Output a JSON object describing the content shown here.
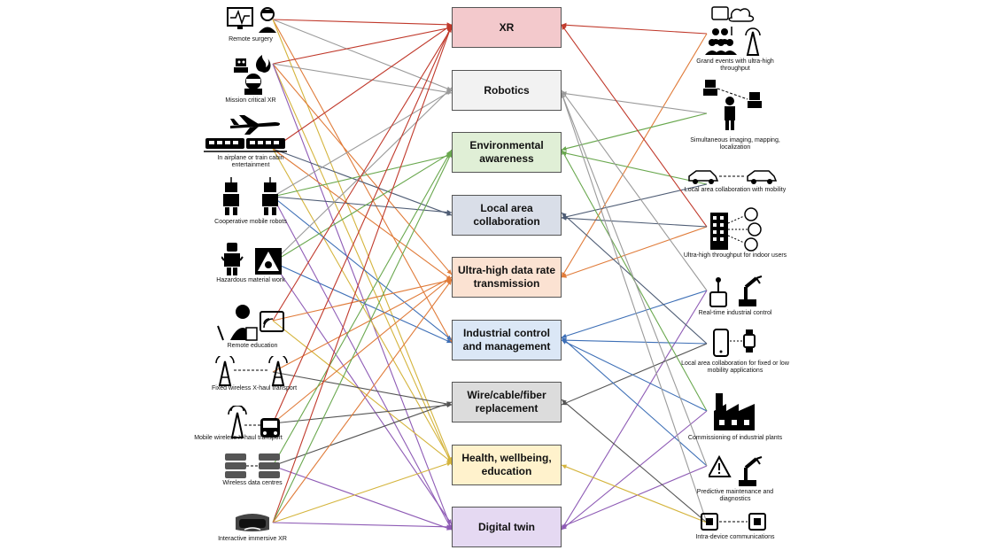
{
  "categories": [
    {
      "label": "XR",
      "color": "#f3c9cc"
    },
    {
      "label": "Robotics",
      "color": "#f2f2f2"
    },
    {
      "label": "Environmental awareness",
      "color": "#e0efd6"
    },
    {
      "label": "Local area collaboration",
      "color": "#d9dee8"
    },
    {
      "label": "Ultra-high data rate transmission",
      "color": "#fbe2d2"
    },
    {
      "label": "Industrial control and management",
      "color": "#dbe7f6"
    },
    {
      "label": "Wire/cable/fiber replacement",
      "color": "#dcdcdc"
    },
    {
      "label": "Health, wellbeing, education",
      "color": "#fff2cc"
    },
    {
      "label": "Digital twin",
      "color": "#e5d9f2"
    }
  ],
  "left_items": [
    {
      "label": "Remote surgery",
      "icon": "remote-surgery-icon"
    },
    {
      "label": "Mission critical XR",
      "icon": "mission-critical-xr-icon"
    },
    {
      "label": "In airplane or train cabin entertainment",
      "icon": "airplane-train-icon"
    },
    {
      "label": "Cooperative mobile robots",
      "icon": "mobile-robots-icon"
    },
    {
      "label": "Hazardous material work",
      "icon": "hazardous-material-icon"
    },
    {
      "label": "Remote education",
      "icon": "remote-education-icon"
    },
    {
      "label": "Fixed wireless X-haul transport",
      "icon": "fixed-wireless-icon"
    },
    {
      "label": "Mobile wireless X-haul transport",
      "icon": "mobile-wireless-icon"
    },
    {
      "label": "Wireless data centres",
      "icon": "data-centre-icon"
    },
    {
      "label": "Interactive immersive XR",
      "icon": "vr-headset-icon"
    }
  ],
  "right_items": [
    {
      "label": "Grand events with ultra-high throughput",
      "icon": "grand-events-icon"
    },
    {
      "label": "Simultaneous imaging, mapping, localization",
      "icon": "imaging-mapping-icon"
    },
    {
      "label": "Local area collaboration with mobility",
      "icon": "cars-collaboration-icon"
    },
    {
      "label": "Ultra-high throughput for indoor users",
      "icon": "indoor-users-icon"
    },
    {
      "label": "Real-time industrial control",
      "icon": "industrial-control-icon"
    },
    {
      "label": "Local area collaboration for fixed or low mobility applications",
      "icon": "phone-watch-icon"
    },
    {
      "label": "Commissioning of industrial plants",
      "icon": "factory-icon"
    },
    {
      "label": "Predictive maintenance and diagnostics",
      "icon": "maintenance-icon"
    },
    {
      "label": "Intra-device communications",
      "icon": "intra-device-icon"
    }
  ],
  "left_links": [
    {
      "from": 0,
      "to": 0,
      "color": "#c0392b"
    },
    {
      "from": 0,
      "to": 1,
      "color": "#9a9a9a"
    },
    {
      "from": 0,
      "to": 5,
      "color": "#e07b39"
    },
    {
      "from": 0,
      "to": 7,
      "color": "#d4b43c"
    },
    {
      "from": 1,
      "to": 0,
      "color": "#c0392b"
    },
    {
      "from": 1,
      "to": 1,
      "color": "#9a9a9a"
    },
    {
      "from": 1,
      "to": 4,
      "color": "#e07b39"
    },
    {
      "from": 1,
      "to": 7,
      "color": "#d4b43c"
    },
    {
      "from": 1,
      "to": 8,
      "color": "#8e5bb5"
    },
    {
      "from": 2,
      "to": 0,
      "color": "#c0392b"
    },
    {
      "from": 2,
      "to": 3,
      "color": "#4f5d75"
    },
    {
      "from": 2,
      "to": 4,
      "color": "#e07b39"
    },
    {
      "from": 2,
      "to": 7,
      "color": "#d4b43c"
    },
    {
      "from": 3,
      "to": 1,
      "color": "#9a9a9a"
    },
    {
      "from": 3,
      "to": 2,
      "color": "#6aa84f"
    },
    {
      "from": 3,
      "to": 3,
      "color": "#4f5d75"
    },
    {
      "from": 3,
      "to": 5,
      "color": "#3d6fb6"
    },
    {
      "from": 3,
      "to": 8,
      "color": "#8e5bb5"
    },
    {
      "from": 4,
      "to": 1,
      "color": "#9a9a9a"
    },
    {
      "from": 4,
      "to": 2,
      "color": "#6aa84f"
    },
    {
      "from": 4,
      "to": 5,
      "color": "#3d6fb6"
    },
    {
      "from": 4,
      "to": 8,
      "color": "#8e5bb5"
    },
    {
      "from": 5,
      "to": 0,
      "color": "#c0392b"
    },
    {
      "from": 5,
      "to": 4,
      "color": "#e07b39"
    },
    {
      "from": 5,
      "to": 7,
      "color": "#d4b43c"
    },
    {
      "from": 6,
      "to": 4,
      "color": "#e07b39"
    },
    {
      "from": 6,
      "to": 6,
      "color": "#555555"
    },
    {
      "from": 7,
      "to": 0,
      "color": "#c0392b"
    },
    {
      "from": 7,
      "to": 4,
      "color": "#e07b39"
    },
    {
      "from": 7,
      "to": 6,
      "color": "#555555"
    },
    {
      "from": 8,
      "to": 2,
      "color": "#6aa84f"
    },
    {
      "from": 8,
      "to": 6,
      "color": "#555555"
    },
    {
      "from": 8,
      "to": 8,
      "color": "#8e5bb5"
    },
    {
      "from": 9,
      "to": 0,
      "color": "#c0392b"
    },
    {
      "from": 9,
      "to": 2,
      "color": "#6aa84f"
    },
    {
      "from": 9,
      "to": 4,
      "color": "#e07b39"
    },
    {
      "from": 9,
      "to": 7,
      "color": "#d4b43c"
    },
    {
      "from": 9,
      "to": 8,
      "color": "#8e5bb5"
    }
  ],
  "right_links": [
    {
      "from": 0,
      "to": 0,
      "color": "#c0392b"
    },
    {
      "from": 0,
      "to": 4,
      "color": "#e07b39"
    },
    {
      "from": 1,
      "to": 1,
      "color": "#9a9a9a"
    },
    {
      "from": 1,
      "to": 2,
      "color": "#6aa84f"
    },
    {
      "from": 2,
      "to": 2,
      "color": "#6aa84f"
    },
    {
      "from": 2,
      "to": 3,
      "color": "#4f5d75"
    },
    {
      "from": 3,
      "to": 0,
      "color": "#c0392b"
    },
    {
      "from": 3,
      "to": 4,
      "color": "#e07b39"
    },
    {
      "from": 3,
      "to": 3,
      "color": "#4f5d75"
    },
    {
      "from": 4,
      "to": 5,
      "color": "#3d6fb6"
    },
    {
      "from": 4,
      "to": 1,
      "color": "#9a9a9a"
    },
    {
      "from": 4,
      "to": 8,
      "color": "#8e5bb5"
    },
    {
      "from": 5,
      "to": 3,
      "color": "#4f5d75"
    },
    {
      "from": 5,
      "to": 5,
      "color": "#3d6fb6"
    },
    {
      "from": 5,
      "to": 6,
      "color": "#555555"
    },
    {
      "from": 6,
      "to": 2,
      "color": "#6aa84f"
    },
    {
      "from": 6,
      "to": 5,
      "color": "#3d6fb6"
    },
    {
      "from": 6,
      "to": 8,
      "color": "#8e5bb5"
    },
    {
      "from": 7,
      "to": 5,
      "color": "#3d6fb6"
    },
    {
      "from": 7,
      "to": 8,
      "color": "#8e5bb5"
    },
    {
      "from": 7,
      "to": 1,
      "color": "#9a9a9a"
    },
    {
      "from": 8,
      "to": 6,
      "color": "#555555"
    },
    {
      "from": 8,
      "to": 7,
      "color": "#d4b43c"
    },
    {
      "from": 8,
      "to": 1,
      "color": "#9a9a9a"
    }
  ]
}
